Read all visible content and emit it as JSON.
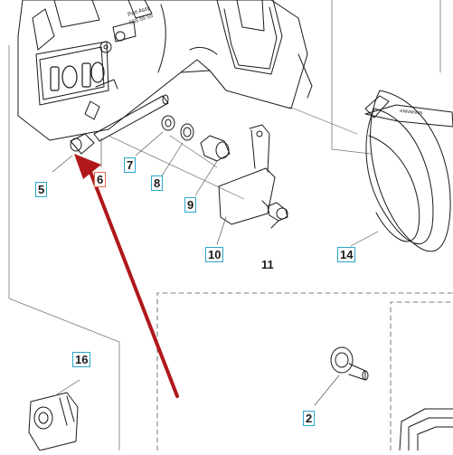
{
  "diagram": {
    "callouts": [
      {
        "id": "c5",
        "label": "5",
        "style": "boxed"
      },
      {
        "id": "c6",
        "label": "6",
        "style": "boxed-red"
      },
      {
        "id": "c7",
        "label": "7",
        "style": "boxed"
      },
      {
        "id": "c8",
        "label": "8",
        "style": "boxed"
      },
      {
        "id": "c9",
        "label": "9",
        "style": "boxed"
      },
      {
        "id": "c10",
        "label": "10",
        "style": "boxed"
      },
      {
        "id": "c11",
        "label": "11",
        "style": "plain"
      },
      {
        "id": "c14",
        "label": "14",
        "style": "boxed"
      },
      {
        "id": "c16",
        "label": "16",
        "style": "boxed"
      },
      {
        "id": "c2",
        "label": "2",
        "style": "boxed"
      }
    ],
    "housing_text": [
      "Part Assy",
      "555 55 55"
    ],
    "logo_text": "IOIO",
    "band_label_text": "ANNNNNN",
    "colors": {
      "line": "#1a1a1a",
      "callout_box": "#2ba6c9",
      "highlight_box": "#e06a50",
      "arrow": "#b0171b"
    }
  }
}
